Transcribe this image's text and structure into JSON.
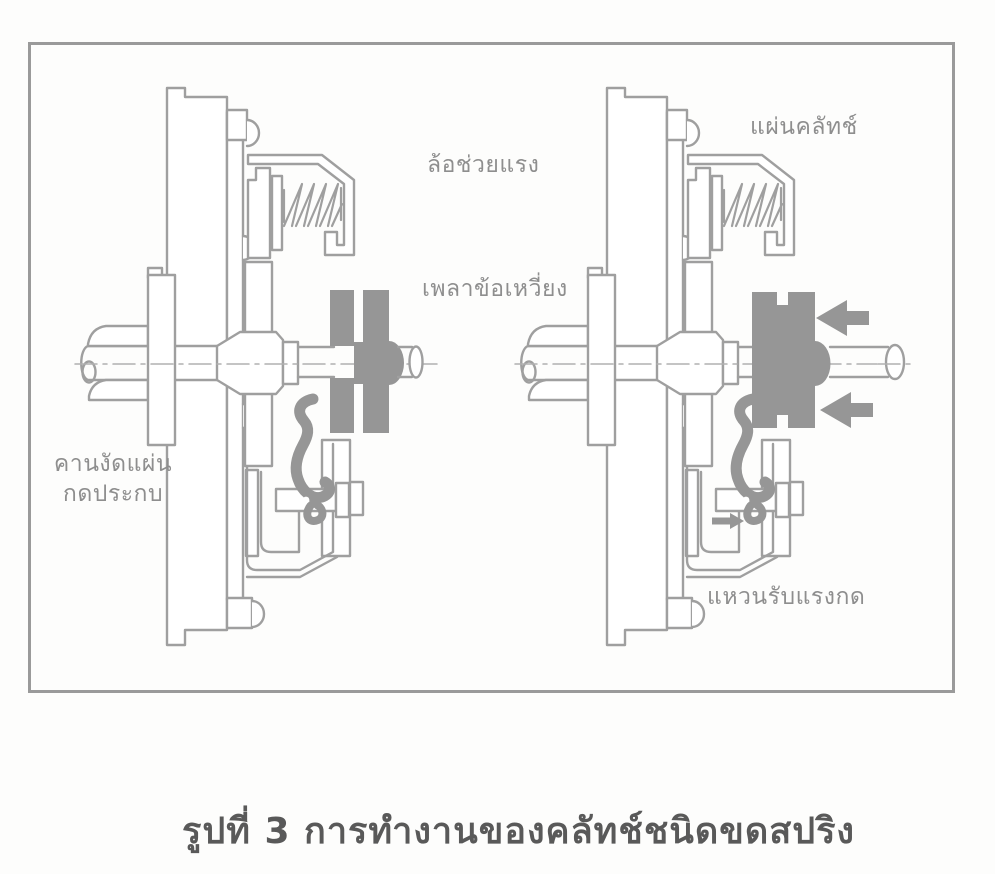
{
  "figure": {
    "labels": {
      "flywheel": "ล้อช่วยแรง",
      "crankshaft": "เพลาข้อเหวี่ยง",
      "clutch_plate": "แผ่นคลัทช์",
      "lever_line1": "คานงัดแผ่น",
      "lever_line2": "กดประกบ",
      "pressure_ring": "แหวนรับแรงกด"
    },
    "caption": "รูปที่ 3 การทำงานของคลัทช์ชนิดขดสปริง",
    "colors": {
      "paper": "#fdfdfc",
      "line_gray": "#9f9f9f",
      "shade_gray": "#969696",
      "frame_gray": "#9a9a9a",
      "centerline_gray": "#b0b0b0",
      "label_gray": "#8e8e8e",
      "caption_gray": "#595959"
    }
  }
}
